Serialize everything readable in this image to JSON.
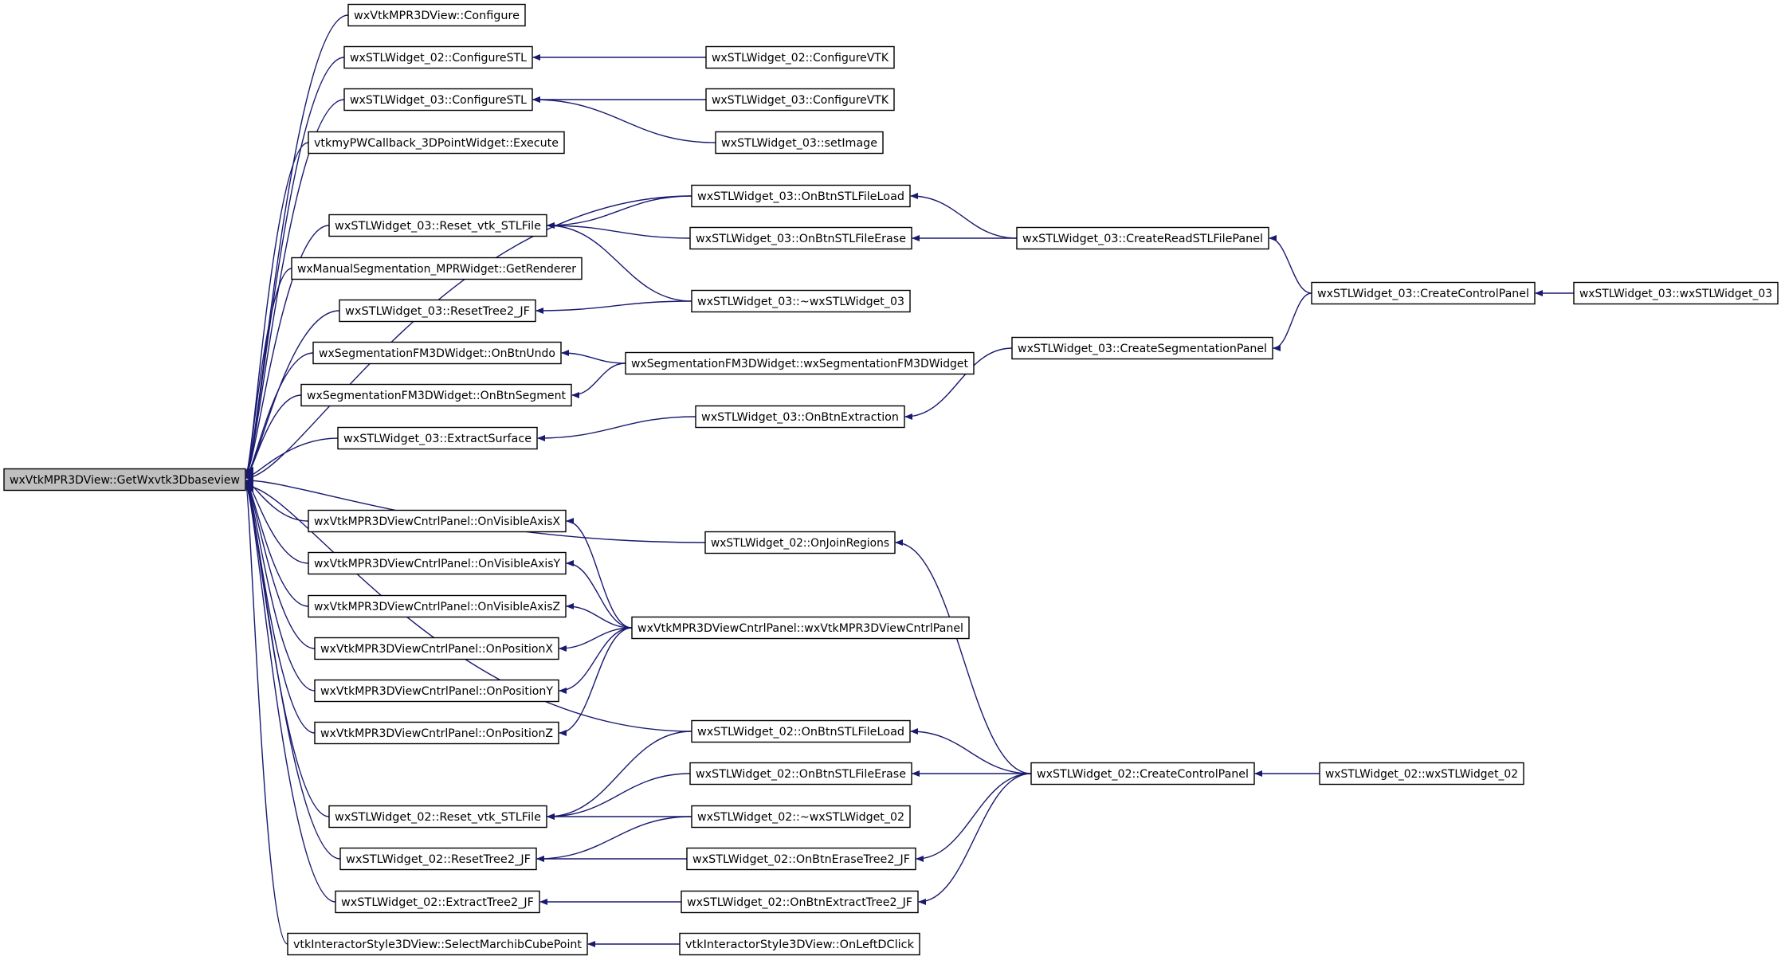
{
  "graph": {
    "colors": {
      "edge": "#191970",
      "node_border": "#000000",
      "node_fill": "#ffffff",
      "root_fill": "#bfbfbf",
      "background": "#ffffff"
    },
    "nodes": [
      {
        "id": "root",
        "label": "wxVtkMPR3DView::GetWxvtk3Dbaseview",
        "root": true
      },
      {
        "id": "c1",
        "label": "wxVtkMPR3DView::Configure"
      },
      {
        "id": "c2",
        "label": "wxSTLWidget_02::ConfigureSTL"
      },
      {
        "id": "c3",
        "label": "wxSTLWidget_03::ConfigureSTL"
      },
      {
        "id": "c4",
        "label": "vtkmyPWCallback_3DPointWidget::Execute"
      },
      {
        "id": "c5",
        "label": "wxSTLWidget_03::Reset_vtk_STLFile"
      },
      {
        "id": "c6",
        "label": "wxManualSegmentation_MPRWidget::GetRenderer"
      },
      {
        "id": "c7",
        "label": "wxSTLWidget_03::ResetTree2_JF"
      },
      {
        "id": "c8",
        "label": "wxSegmentationFM3DWidget::OnBtnUndo"
      },
      {
        "id": "c9",
        "label": "wxSegmentationFM3DWidget::OnBtnSegment"
      },
      {
        "id": "c10",
        "label": "wxSTLWidget_03::ExtractSurface"
      },
      {
        "id": "c11",
        "label": "wxVtkMPR3DViewCntrlPanel::OnVisibleAxisX"
      },
      {
        "id": "c12",
        "label": "wxVtkMPR3DViewCntrlPanel::OnVisibleAxisY"
      },
      {
        "id": "c13",
        "label": "wxVtkMPR3DViewCntrlPanel::OnVisibleAxisZ"
      },
      {
        "id": "c14",
        "label": "wxVtkMPR3DViewCntrlPanel::OnPositionX"
      },
      {
        "id": "c15",
        "label": "wxVtkMPR3DViewCntrlPanel::OnPositionY"
      },
      {
        "id": "c16",
        "label": "wxVtkMPR3DViewCntrlPanel::OnPositionZ"
      },
      {
        "id": "c17",
        "label": "wxSTLWidget_02::Reset_vtk_STLFile"
      },
      {
        "id": "c18",
        "label": "wxSTLWidget_02::ResetTree2_JF"
      },
      {
        "id": "c19",
        "label": "wxSTLWidget_02::ExtractTree2_JF"
      },
      {
        "id": "c20",
        "label": "vtkInteractorStyle3DView::SelectMarchibCubePoint"
      },
      {
        "id": "d1",
        "label": "wxSTLWidget_02::ConfigureVTK"
      },
      {
        "id": "d2",
        "label": "wxSTLWidget_03::ConfigureVTK"
      },
      {
        "id": "d3",
        "label": "wxSTLWidget_03::setImage"
      },
      {
        "id": "d4",
        "label": "wxSTLWidget_03::OnBtnSTLFileLoad"
      },
      {
        "id": "d5",
        "label": "wxSTLWidget_03::OnBtnSTLFileErase"
      },
      {
        "id": "d6",
        "label": "wxSTLWidget_03::~wxSTLWidget_03"
      },
      {
        "id": "d7",
        "label": "wxSegmentationFM3DWidget::wxSegmentationFM3DWidget"
      },
      {
        "id": "d8",
        "label": "wxSTLWidget_03::OnBtnExtraction"
      },
      {
        "id": "d9",
        "label": "wxSTLWidget_02::OnJoinRegions"
      },
      {
        "id": "d10",
        "label": "wxVtkMPR3DViewCntrlPanel::wxVtkMPR3DViewCntrlPanel"
      },
      {
        "id": "d11",
        "label": "wxSTLWidget_02::OnBtnSTLFileLoad"
      },
      {
        "id": "d12",
        "label": "wxSTLWidget_02::OnBtnSTLFileErase"
      },
      {
        "id": "d13",
        "label": "wxSTLWidget_02::~wxSTLWidget_02"
      },
      {
        "id": "d14",
        "label": "wxSTLWidget_02::OnBtnEraseTree2_JF"
      },
      {
        "id": "d15",
        "label": "wxSTLWidget_02::OnBtnExtractTree2_JF"
      },
      {
        "id": "d16",
        "label": "vtkInteractorStyle3DView::OnLeftDClick"
      },
      {
        "id": "e1",
        "label": "wxSTLWidget_03::CreateReadSTLFilePanel"
      },
      {
        "id": "e2",
        "label": "wxSTLWidget_03::CreateSegmentationPanel"
      },
      {
        "id": "e3",
        "label": "wxSTLWidget_02::CreateControlPanel"
      },
      {
        "id": "f1",
        "label": "wxSTLWidget_03::CreateControlPanel"
      },
      {
        "id": "f2",
        "label": "wxSTLWidget_02::wxSTLWidget_02"
      },
      {
        "id": "g1",
        "label": "wxSTLWidget_03::wxSTLWidget_03"
      }
    ],
    "edges": [
      {
        "from": "c1",
        "to": "root"
      },
      {
        "from": "c2",
        "to": "root"
      },
      {
        "from": "c3",
        "to": "root"
      },
      {
        "from": "c4",
        "to": "root"
      },
      {
        "from": "c5",
        "to": "root"
      },
      {
        "from": "c6",
        "to": "root"
      },
      {
        "from": "c7",
        "to": "root"
      },
      {
        "from": "c8",
        "to": "root"
      },
      {
        "from": "c9",
        "to": "root"
      },
      {
        "from": "c10",
        "to": "root"
      },
      {
        "from": "c11",
        "to": "root"
      },
      {
        "from": "c12",
        "to": "root"
      },
      {
        "from": "c13",
        "to": "root"
      },
      {
        "from": "c14",
        "to": "root"
      },
      {
        "from": "c15",
        "to": "root"
      },
      {
        "from": "c16",
        "to": "root"
      },
      {
        "from": "c17",
        "to": "root"
      },
      {
        "from": "c18",
        "to": "root"
      },
      {
        "from": "c19",
        "to": "root"
      },
      {
        "from": "c20",
        "to": "root"
      },
      {
        "from": "d4",
        "to": "root"
      },
      {
        "from": "d9",
        "to": "root"
      },
      {
        "from": "d11",
        "to": "root"
      },
      {
        "from": "d1",
        "to": "c2"
      },
      {
        "from": "d2",
        "to": "c3"
      },
      {
        "from": "d3",
        "to": "c3"
      },
      {
        "from": "d4",
        "to": "c5"
      },
      {
        "from": "d5",
        "to": "c5"
      },
      {
        "from": "d6",
        "to": "c5"
      },
      {
        "from": "d6",
        "to": "c7"
      },
      {
        "from": "d7",
        "to": "c8"
      },
      {
        "from": "d7",
        "to": "c9"
      },
      {
        "from": "d8",
        "to": "c10"
      },
      {
        "from": "d10",
        "to": "c11"
      },
      {
        "from": "d10",
        "to": "c12"
      },
      {
        "from": "d10",
        "to": "c13"
      },
      {
        "from": "d10",
        "to": "c14"
      },
      {
        "from": "d10",
        "to": "c15"
      },
      {
        "from": "d10",
        "to": "c16"
      },
      {
        "from": "d11",
        "to": "c17"
      },
      {
        "from": "d12",
        "to": "c17"
      },
      {
        "from": "d13",
        "to": "c17"
      },
      {
        "from": "d13",
        "to": "c18"
      },
      {
        "from": "d14",
        "to": "c18"
      },
      {
        "from": "d15",
        "to": "c19"
      },
      {
        "from": "d16",
        "to": "c20"
      },
      {
        "from": "e1",
        "to": "d4"
      },
      {
        "from": "e1",
        "to": "d5"
      },
      {
        "from": "e2",
        "to": "d8"
      },
      {
        "from": "e3",
        "to": "d9"
      },
      {
        "from": "e3",
        "to": "d11"
      },
      {
        "from": "e3",
        "to": "d12"
      },
      {
        "from": "e3",
        "to": "d14"
      },
      {
        "from": "e3",
        "to": "d15"
      },
      {
        "from": "f1",
        "to": "e1"
      },
      {
        "from": "f1",
        "to": "e2"
      },
      {
        "from": "f2",
        "to": "e3"
      },
      {
        "from": "g1",
        "to": "f1"
      }
    ]
  }
}
